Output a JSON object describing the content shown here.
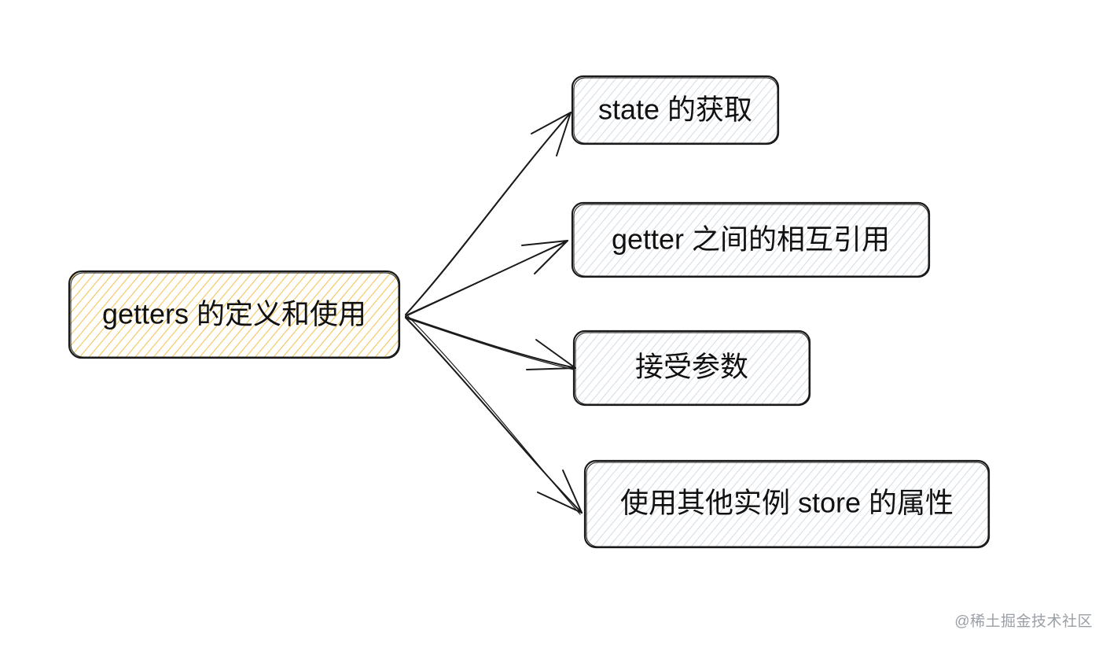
{
  "diagram": {
    "root": {
      "label": "getters 的定义和使用",
      "fill": "#f3c55a"
    },
    "children": [
      {
        "label": "state 的获取"
      },
      {
        "label": "getter 之间的相互引用"
      },
      {
        "label": "接受参数"
      },
      {
        "label": "使用其他实例 store 的属性"
      }
    ],
    "child_fill": "#c9d3dd",
    "stroke": "#1a1a1a"
  },
  "watermark": "@稀土掘金技术社区"
}
